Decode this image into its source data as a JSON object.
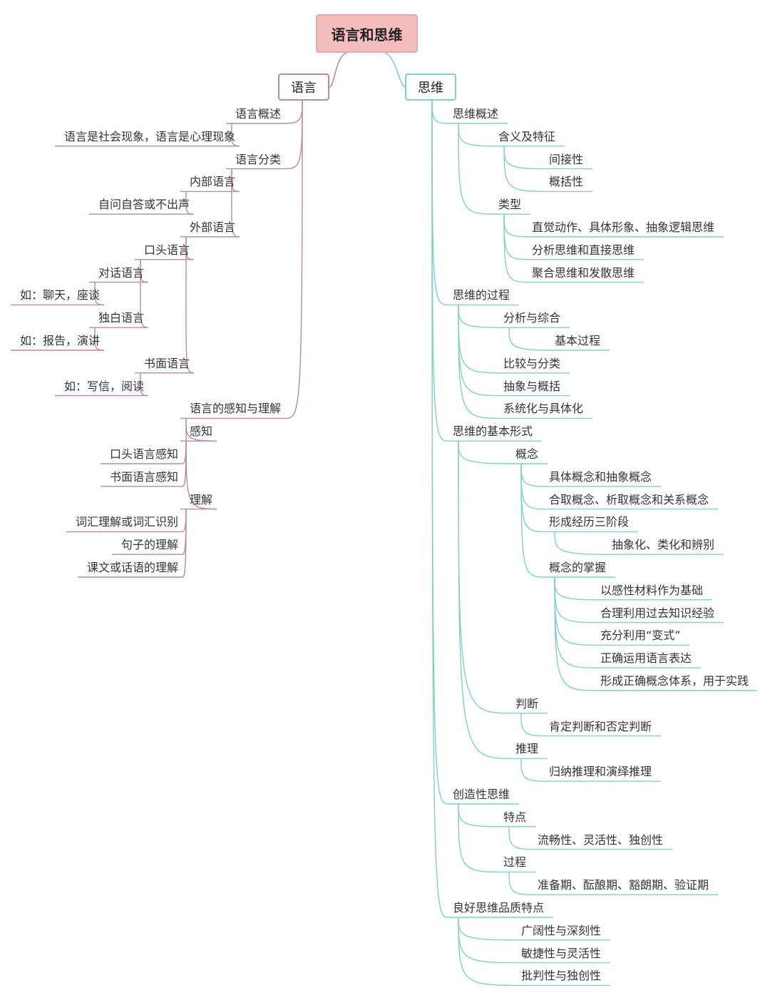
{
  "root": {
    "label": "语言和思维"
  },
  "colors": {
    "root_fill": "#f4bdbd",
    "language_branch": "#b98aa6",
    "thinking_branch": "#7fd3c2"
  },
  "language": {
    "label": "语言",
    "topics": [
      {
        "text": "语言概述",
        "level": 1,
        "parent": null
      },
      {
        "text": "语言是社会现象，语言是心理现象",
        "level": 2,
        "parent": 0
      },
      {
        "text": "语言分类",
        "level": 1,
        "parent": null
      },
      {
        "text": "内部语言",
        "level": 2,
        "parent": 2
      },
      {
        "text": "自问自答或不出声",
        "level": 3,
        "parent": 3
      },
      {
        "text": "外部语言",
        "level": 2,
        "parent": 2
      },
      {
        "text": "口头语言",
        "level": 3,
        "parent": 5
      },
      {
        "text": "对话语言",
        "level": 4,
        "parent": 6
      },
      {
        "text": "如：聊天，座谈",
        "level": 5,
        "parent": 7
      },
      {
        "text": "独白语言",
        "level": 4,
        "parent": 6
      },
      {
        "text": "如：报告，演讲",
        "level": 5,
        "parent": 9
      },
      {
        "text": "书面语言",
        "level": 3,
        "parent": 5
      },
      {
        "text": "如：写信，阅读",
        "level": 4,
        "parent": 11
      },
      {
        "text": "语言的感知与理解",
        "level": 1,
        "parent": null
      },
      {
        "text": "感知",
        "level": 2,
        "parent": 13
      },
      {
        "text": "口头语言感知",
        "level": 3,
        "parent": 14
      },
      {
        "text": "书面语言感知",
        "level": 3,
        "parent": 14
      },
      {
        "text": "理解",
        "level": 2,
        "parent": 13
      },
      {
        "text": "词汇理解或词汇识别",
        "level": 3,
        "parent": 17
      },
      {
        "text": "句子的理解",
        "level": 3,
        "parent": 17
      },
      {
        "text": "课文或话语的理解",
        "level": 3,
        "parent": 17
      }
    ]
  },
  "thinking": {
    "label": "思维",
    "topics": [
      {
        "text": "思维概述",
        "level": 1,
        "parent": null
      },
      {
        "text": "含义及特征",
        "level": 2,
        "parent": 0
      },
      {
        "text": "间接性",
        "level": 3,
        "parent": 1
      },
      {
        "text": "概括性",
        "level": 3,
        "parent": 1
      },
      {
        "text": "类型",
        "level": 2,
        "parent": 0
      },
      {
        "text": "直觉动作、具体形象、抽象逻辑思维",
        "level": 3,
        "parent": 4
      },
      {
        "text": "分析思维和直接思维",
        "level": 3,
        "parent": 4
      },
      {
        "text": "聚合思维和发散思维",
        "level": 3,
        "parent": 4
      },
      {
        "text": "思维的过程",
        "level": 1,
        "parent": null
      },
      {
        "text": "分析与综合",
        "level": 2,
        "parent": 8
      },
      {
        "text": "基本过程",
        "level": 3,
        "parent": 9
      },
      {
        "text": "比较与分类",
        "level": 2,
        "parent": 8
      },
      {
        "text": "抽象与概括",
        "level": 2,
        "parent": 8
      },
      {
        "text": "系统化与具体化",
        "level": 2,
        "parent": 8
      },
      {
        "text": "思维的基本形式",
        "level": 1,
        "parent": null
      },
      {
        "text": "概念",
        "level": 2,
        "parent": 14
      },
      {
        "text": "具体概念和抽象概念",
        "level": 3,
        "parent": 15
      },
      {
        "text": "合取概念、析取概念和关系概念",
        "level": 3,
        "parent": 15
      },
      {
        "text": "形成经历三阶段",
        "level": 3,
        "parent": 15
      },
      {
        "text": "抽象化、类化和辨别",
        "level": 4,
        "parent": 18
      },
      {
        "text": "概念的掌握",
        "level": 3,
        "parent": 15
      },
      {
        "text": "以感性材料作为基础",
        "level": 4,
        "parent": 20
      },
      {
        "text": "合理利用过去知识经验",
        "level": 4,
        "parent": 20
      },
      {
        "text": "充分利用“变式”",
        "level": 4,
        "parent": 20
      },
      {
        "text": "正确运用语言表达",
        "level": 4,
        "parent": 20
      },
      {
        "text": "形成正确概念体系，用于实践",
        "level": 4,
        "parent": 20
      },
      {
        "text": "判断",
        "level": 2,
        "parent": 14
      },
      {
        "text": "肯定判断和否定判断",
        "level": 3,
        "parent": 26
      },
      {
        "text": "推理",
        "level": 2,
        "parent": 14
      },
      {
        "text": "归纳推理和演绎推理",
        "level": 3,
        "parent": 28
      },
      {
        "text": "创造性思维",
        "level": 1,
        "parent": null
      },
      {
        "text": "特点",
        "level": 2,
        "parent": 30
      },
      {
        "text": "流畅性、灵活性、独创性",
        "level": 3,
        "parent": 31
      },
      {
        "text": "过程",
        "level": 2,
        "parent": 30
      },
      {
        "text": "准备期、酝酿期、豁朗期、验证期",
        "level": 3,
        "parent": 33
      },
      {
        "text": "良好思维品质特点",
        "level": 1,
        "parent": null
      },
      {
        "text": "广阔性与深刻性",
        "level": 2,
        "parent": 35
      },
      {
        "text": "敏捷性与灵活性",
        "level": 2,
        "parent": 35
      },
      {
        "text": "批判性与独创性",
        "level": 2,
        "parent": 35
      }
    ]
  }
}
